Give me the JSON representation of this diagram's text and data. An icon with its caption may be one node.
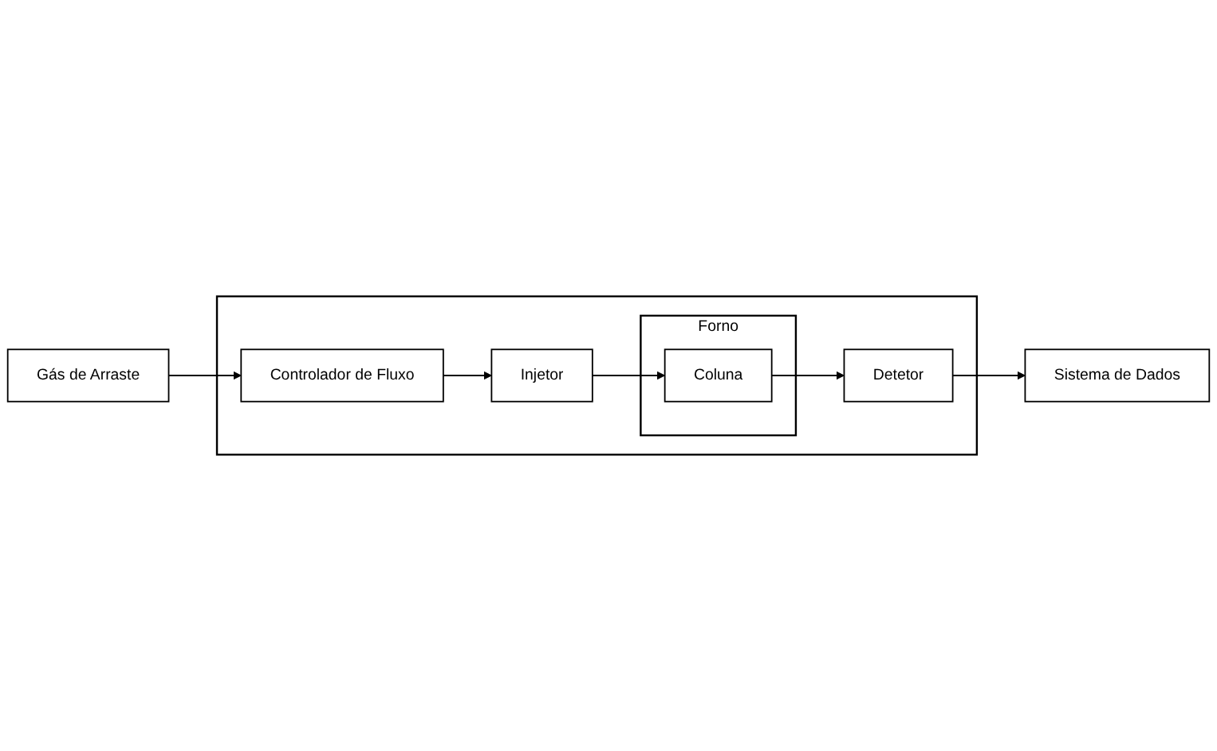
{
  "diagram": {
    "nodes": [
      {
        "text": [
          "Gás de Arraste"
        ]
      },
      {
        "text": [],
        "shape": "box"
      },
      {
        "text": [
          "Controlador de Fluxo"
        ],
        "in": 1
      },
      {
        "text": [
          "Forno"
        ],
        "in": 1
      },
      {
        "text": [
          "Injetor"
        ],
        "in": 1
      },
      {
        "text": [
          "Coluna"
        ],
        "in": 3
      },
      {
        "text": [
          "Detetor"
        ],
        "in": 1
      },
      {
        "text": [
          "Sistema de Dados"
        ]
      }
    ],
    "edges": [
      {
        "from": 0,
        "to": 2,
        "arrow": "to"
      },
      {
        "from": 2,
        "to": 4,
        "arrow": "to"
      },
      {
        "from": 4,
        "to": 5,
        "arrow": "to"
      },
      {
        "from": 5,
        "to": 6,
        "arrow": "to"
      },
      {
        "from": 6,
        "to": 7,
        "arrow": "to"
      }
    ]
  }
}
